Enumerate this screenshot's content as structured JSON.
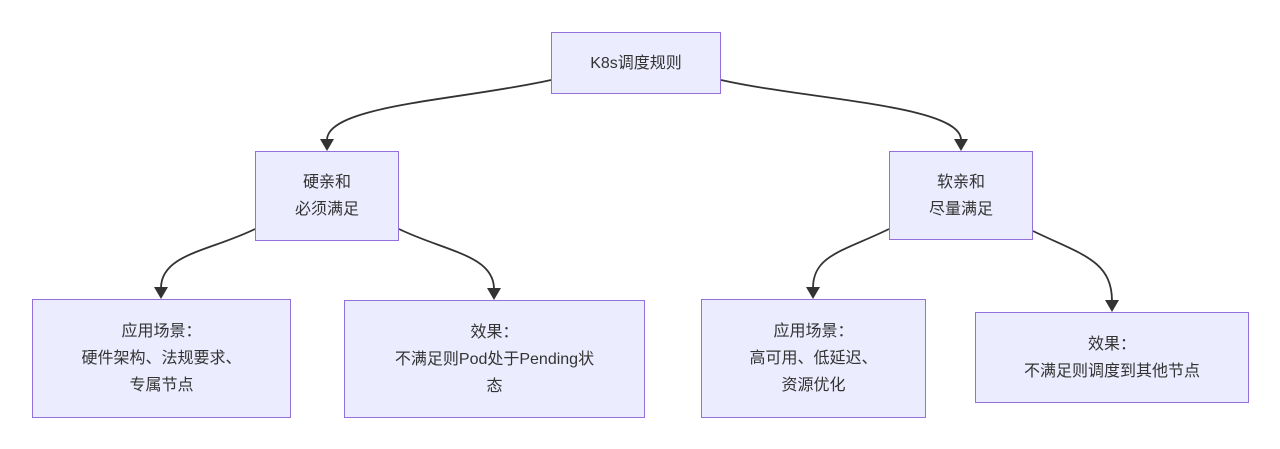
{
  "diagram": {
    "type": "flowchart",
    "direction": "top-down",
    "colors": {
      "background": "#ffffff",
      "node_fill": "#ECECFF",
      "node_border": "#9370DB",
      "edge": "#333333",
      "text": "#333333"
    },
    "nodes": {
      "root": {
        "label": "K8s调度规则"
      },
      "hard": {
        "label": "硬亲和\n必须满足"
      },
      "soft": {
        "label": "软亲和\n尽量满足"
      },
      "hard_scenario": {
        "label": "应用场景：\n硬件架构、法规要求、\n专属节点"
      },
      "hard_effect": {
        "label": "效果：\n不满足则Pod处于Pending状\n态"
      },
      "soft_scenario": {
        "label": "应用场景：\n高可用、低延迟、\n资源优化"
      },
      "soft_effect": {
        "label": "效果：\n不满足则调度到其他节点"
      }
    },
    "edges": [
      {
        "from": "root",
        "to": "hard"
      },
      {
        "from": "root",
        "to": "soft"
      },
      {
        "from": "hard",
        "to": "hard_scenario"
      },
      {
        "from": "hard",
        "to": "hard_effect"
      },
      {
        "from": "soft",
        "to": "soft_scenario"
      },
      {
        "from": "soft",
        "to": "soft_effect"
      }
    ]
  }
}
